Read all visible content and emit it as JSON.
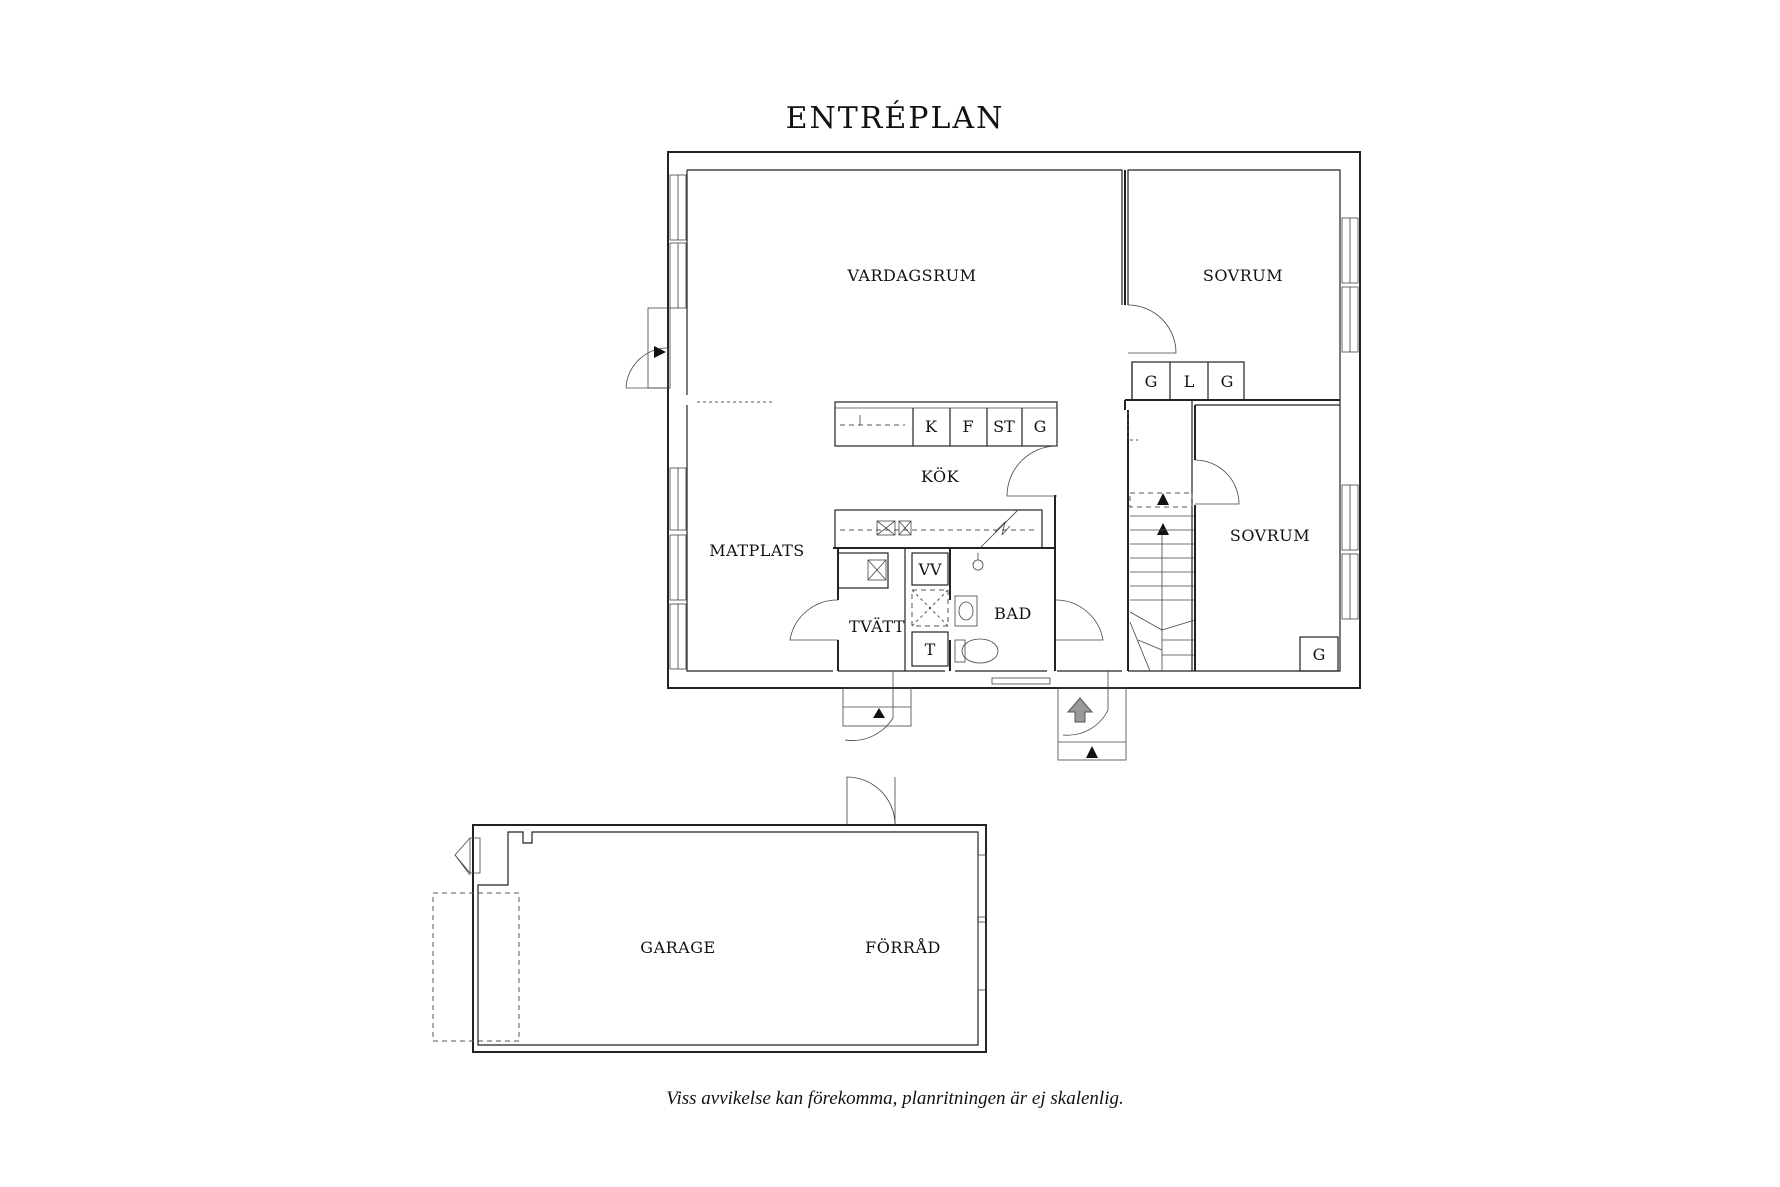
{
  "title": "ENTRÉPLAN",
  "rooms": {
    "vardagsrum": "VARDAGSRUM",
    "sovrum_1": "SOVRUM",
    "sovrum_2": "SOVRUM",
    "kok": "KÖK",
    "matplats": "MATPLATS",
    "tvatt": "TVÄTT",
    "bad": "BAD",
    "garage": "GARAGE",
    "forrad": "FÖRRÅD"
  },
  "fixtures": {
    "wardrobe_1": "G",
    "wardrobe_2": "L",
    "wardrobe_3": "G",
    "fridge_k": "K",
    "freezer_f": "F",
    "stove_st": "ST",
    "wardrobe_kitchen": "G",
    "water_heater": "VV",
    "dryer": "T",
    "wardrobe_sovrum2": "G"
  },
  "note": "Viss avvikelse kan förekomma, planritningen är ej skalenlig."
}
